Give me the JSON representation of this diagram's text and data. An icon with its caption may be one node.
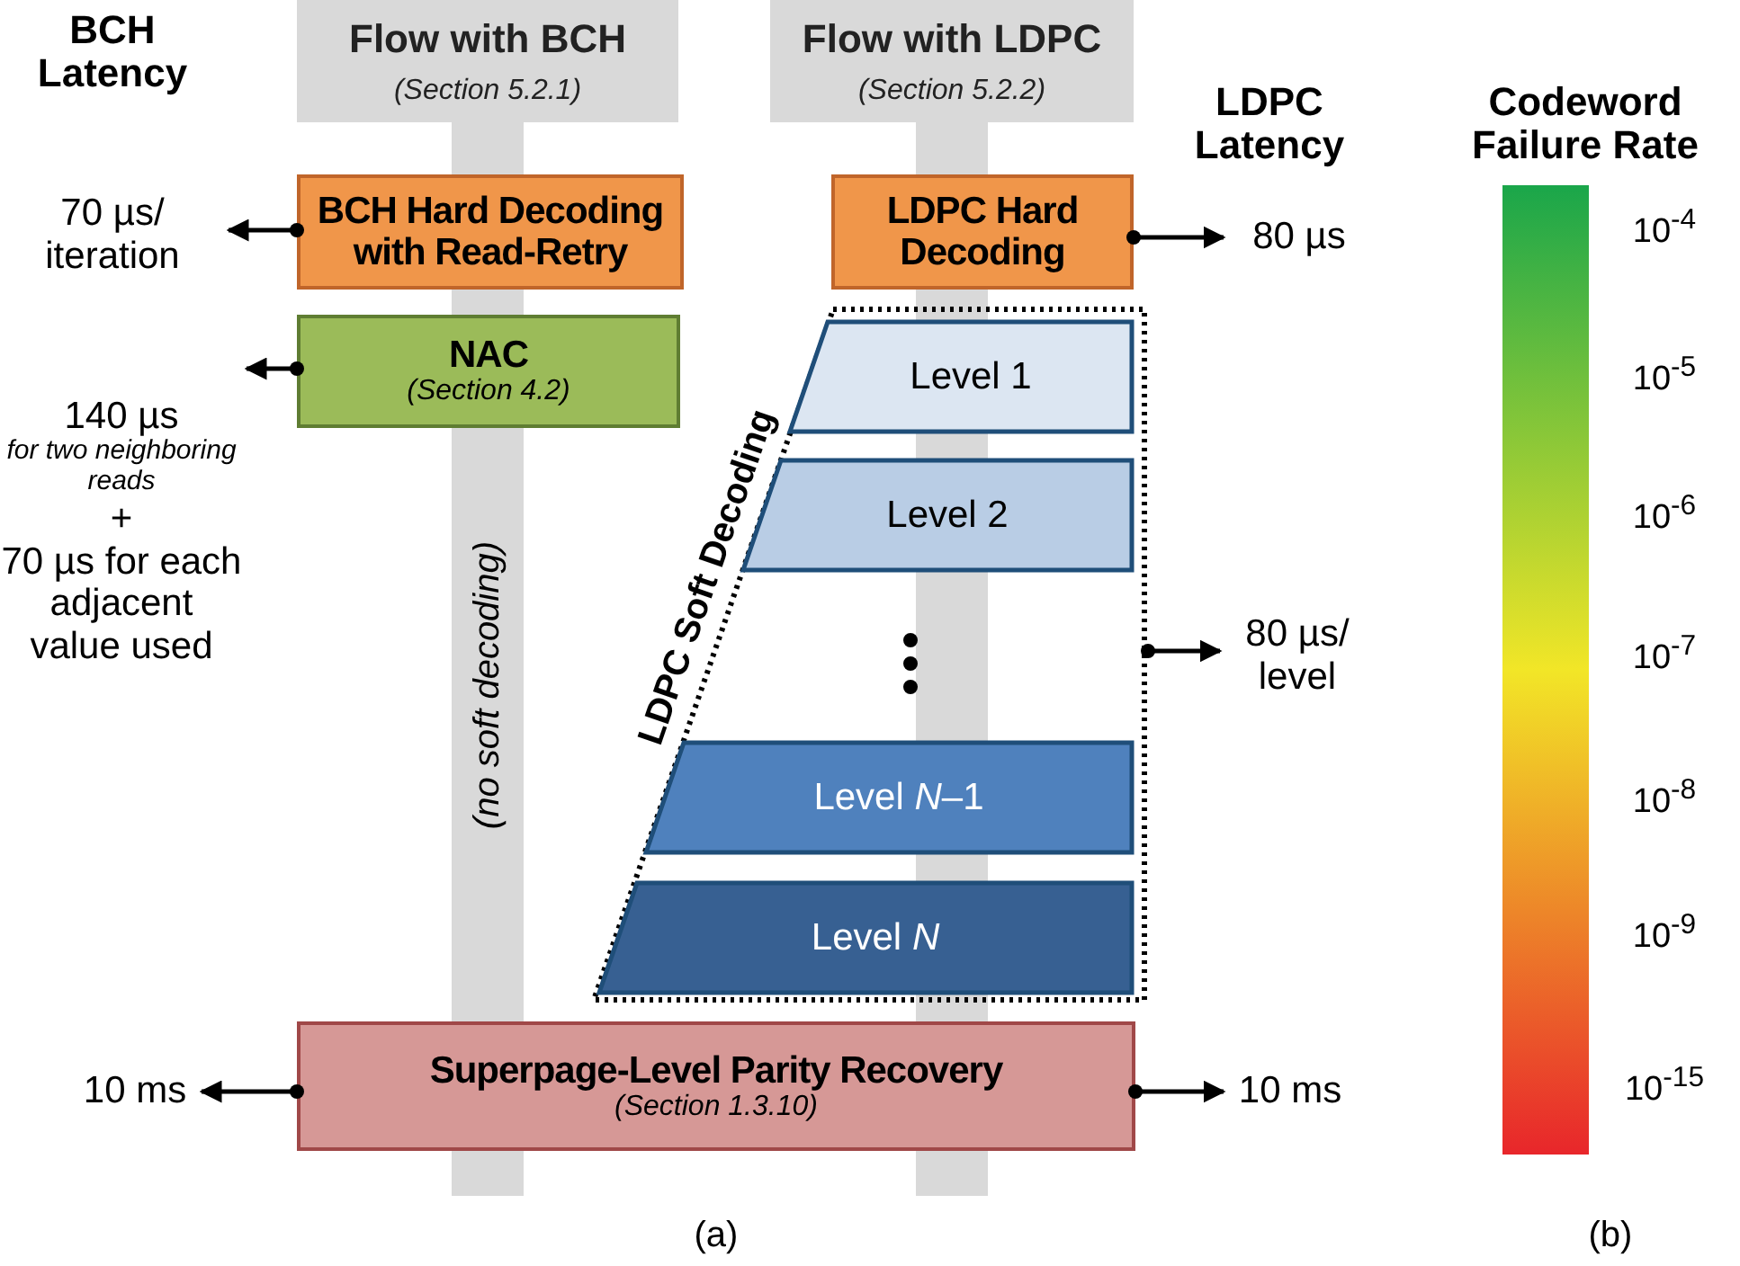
{
  "diagram": {
    "nodes": [
      {
        "text": [
          "Flow with BCH",
          "(Section 5.2.1)",
          "(no soft decoding)"
        ]
      },
      {
        "text": [
          "Flow with LDPC",
          "(Section 5.2.2)"
        ]
      },
      {
        "text": [
          "BCH Hard Decoding with Read-Retry"
        ],
        "in": 0
      },
      {
        "text": [
          "NAC",
          "(Section 4.2)"
        ],
        "in": 0
      },
      {
        "text": [
          "LDPC Hard Decoding"
        ],
        "in": 1
      },
      {
        "text": [
          "LDPC Soft Decoding"
        ]
      },
      {
        "text": [
          "Level 1"
        ]
      },
      {
        "text": [
          "Level 2"
        ],
        "in": 5
      },
      {
        "text": [
          "Level *N*–1"
        ],
        "in": 5
      },
      {
        "text": [
          "Level *N*"
        ],
        "in": 5
      },
      {
        "text": [
          "Superpage-Level Parity Recovery",
          "(Section 1.3.10)"
        ]
      },
      {
        "text": [
          "70 µs/ iteration"
        ]
      },
      {
        "text": [
          "140 µs",
          "for two neighboring reads",
          "+",
          "70 µs for each adjacent value used"
        ]
      },
      {
        "text": [
          "80 µs"
        ]
      },
      {
        "text": [
          "80 µs/ level"
        ]
      },
      {
        "text": [
          "10 ms"
        ]
      },
      {
        "text": [
          "10 ms"
        ]
      }
    ],
    "edges": [
      {
        "from": 2,
        "to": 11,
        "arrow": "to"
      },
      {
        "from": 3,
        "to": 12,
        "arrow": "to"
      },
      {
        "from": 4,
        "to": 13,
        "arrow": "to"
      },
      {
        "from": 5,
        "to": 14,
        "arrow": "to"
      },
      {
        "from": 10,
        "to": 15,
        "arrow": "to"
      },
      {
        "from": 10,
        "to": 16,
        "arrow": "to"
      }
    ],
    "labels": [
      "BCH Latency",
      "LDPC Latency",
      "Codeword Failure Rate",
      "10$^{-4}$",
      "10$^{-5}$",
      "10$^{-6}$",
      "10$^{-7}$",
      "10$^{-8}$",
      "10$^{-9}$",
      "10$^{-15}$",
      "(a)",
      "(b)"
    ]
  }
}
